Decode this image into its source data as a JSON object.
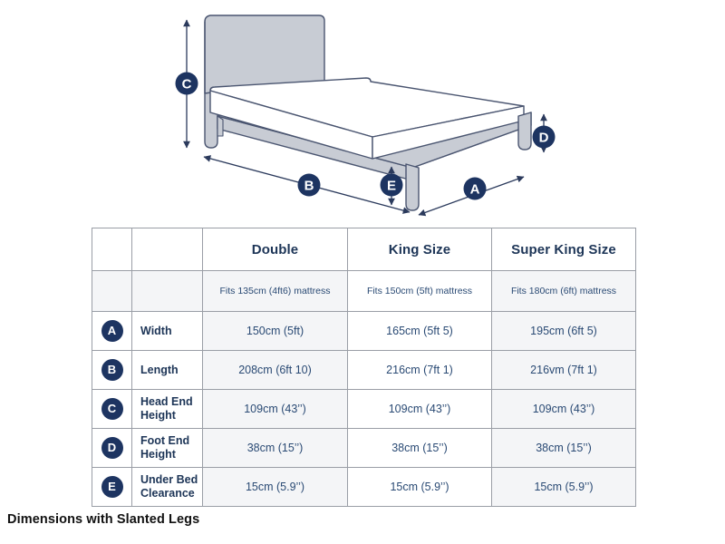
{
  "caption": "Dimensions with Slanted Legs",
  "illustration": {
    "name": "bed-with-slanted-legs-diagram",
    "markers": [
      {
        "id": "A",
        "meaning": "Width"
      },
      {
        "id": "B",
        "meaning": "Length"
      },
      {
        "id": "C",
        "meaning": "Head End Height"
      },
      {
        "id": "D",
        "meaning": "Foot End Height"
      },
      {
        "id": "E",
        "meaning": "Under Bed Clearance"
      }
    ],
    "colors": {
      "bed_fill": "#c8ccd4",
      "mattress_fill": "#ffffff",
      "outline": "#4a5570",
      "marker": "#1d3461"
    }
  },
  "table": {
    "columns": [
      {
        "key": "double",
        "title": "Double",
        "subtitle": "Fits 135cm (4ft6) mattress"
      },
      {
        "key": "king",
        "title": "King Size",
        "subtitle": "Fits 150cm (5ft) mattress"
      },
      {
        "key": "superking",
        "title": "Super King Size",
        "subtitle": "Fits 180cm (6ft) mattress"
      }
    ],
    "rows": [
      {
        "badge": "A",
        "label": "Width",
        "double": "150cm (5ft)",
        "king": "165cm (5ft 5)",
        "superking": "195cm (6ft 5)"
      },
      {
        "badge": "B",
        "label": "Length",
        "double": "208cm (6ft 10)",
        "king": "216cm (7ft 1)",
        "superking": "216vm (7ft 1)"
      },
      {
        "badge": "C",
        "label": "Head End Height",
        "double": "109cm (43’’)",
        "king": "109cm (43’’)",
        "superking": "109cm (43’’)"
      },
      {
        "badge": "D",
        "label": "Foot End Height",
        "double": "38cm (15’’)",
        "king": "38cm (15’’)",
        "superking": "38cm (15’’)"
      },
      {
        "badge": "E",
        "label": "Under Bed Clearance",
        "double": "15cm (5.9’’)",
        "king": "15cm (5.9’’)",
        "superking": "15cm (5.9’’)"
      }
    ]
  }
}
